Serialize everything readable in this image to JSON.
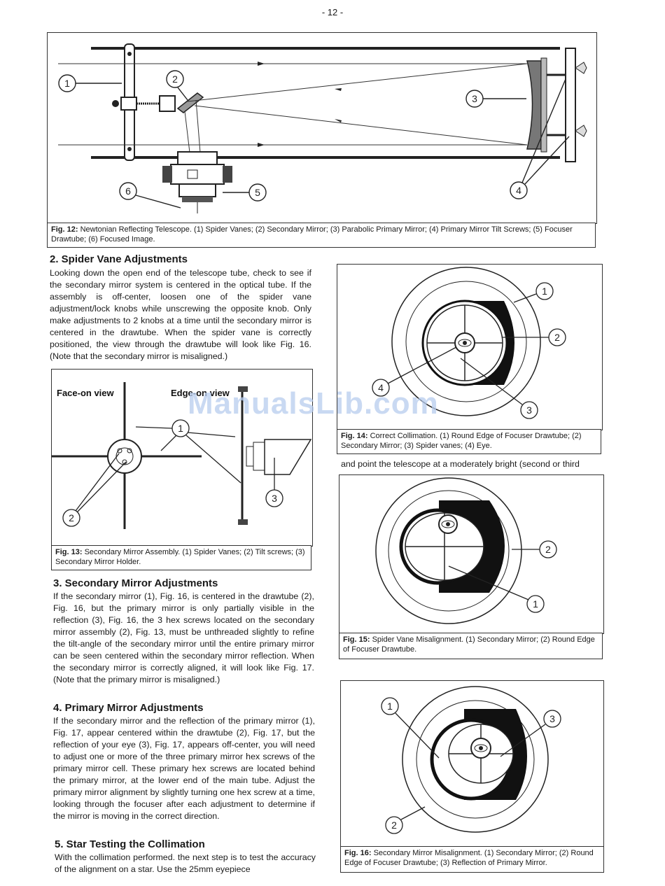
{
  "page_number": "- 12 -",
  "watermark": "ManualsLib.com",
  "fig12": {
    "callouts": [
      "1",
      "2",
      "3",
      "4",
      "5",
      "6"
    ],
    "caption_label": "Fig. 12:",
    "caption_text": "Newtonian Reflecting Telescope. (1) Spider Vanes; (2) Secondary Mirror; (3) Parabolic Primary Mirror; (4) Primary Mirror Tilt Screws; (5) Focuser Drawtube; (6) Focused Image."
  },
  "section2": {
    "heading": "2. Spider Vane Adjustments",
    "body": "Looking down the open end of the telescope tube, check to see if the secondary mirror system is centered in the optical tube. If the assembly is off-center, loosen one of the spider vane adjustment/lock knobs while unscrewing the opposite knob. Only make adjustments to 2 knobs at a time until the secondary mirror is centered in the drawtube. When the spider vane is correctly positioned, the view through the drawtube will look like Fig. 16. (Note that the secondary mirror is misaligned.)"
  },
  "fig13": {
    "face_on_label": "Face-on view",
    "edge_on_label": "Edge-on view",
    "callouts": [
      "1",
      "2",
      "3"
    ],
    "caption_label": "Fig. 13:",
    "caption_text": "Secondary Mirror Assembly. (1) Spider Vanes; (2) Tilt screws; (3) Secondary Mirror Holder."
  },
  "section3": {
    "heading": "3. Secondary Mirror Adjustments",
    "body": "If the secondary mirror (1), Fig. 16, is centered in the drawtube (2), Fig. 16, but the primary mirror is only partially visible in the reflection (3), Fig. 16, the 3 hex screws located on the secondary mirror assembly (2), Fig. 13, must be unthreaded slightly to refine the tilt-angle of the secondary mirror until the entire primary mirror can be seen centered within the secondary mirror reflection. When the secondary mirror is correctly aligned, it will look like Fig. 17. (Note that the primary mirror is misaligned.)"
  },
  "section4": {
    "heading": "4. Primary Mirror Adjustments",
    "body": "If the secondary mirror and the reflection of the primary mirror (1), Fig. 17, appear centered within the drawtube (2), Fig. 17, but the reflection of your eye (3), Fig. 17, appears off-center, you will need to adjust one or more of the three primary mirror hex screws of the primary mirror cell. These primary hex screws are located behind the primary mirror, at the lower end of the main tube. Adjust the primary mirror alignment by slightly turning one hex screw at a time, looking through the focuser after each adjustment to determine if the mirror is moving in the correct direction."
  },
  "section5": {
    "heading": "5. Star Testing the Collimation",
    "body": "With the collimation performed. the next step is to test the accuracy of the alignment on a star. Use the 25mm eyepiece"
  },
  "fig14": {
    "callouts": [
      "1",
      "2",
      "3",
      "4"
    ],
    "caption_label": "Fig. 14:",
    "caption_text": "Correct Collimation. (1) Round Edge of Focuser Drawtube; (2) Secondary Mirror; (3) Spider vanes; (4) Eye."
  },
  "right_text": "and point the telescope at a moderately bright (second or third",
  "fig15": {
    "callouts": [
      "1",
      "2"
    ],
    "caption_label": "Fig. 15:",
    "caption_text": "Spider Vane Misalignment. (1) Secondary Mirror; (2) Round Edge of Focuser Drawtube."
  },
  "fig16": {
    "callouts": [
      "1",
      "2",
      "3"
    ],
    "caption_label": "Fig. 16:",
    "caption_text": "Secondary Mirror Misalignment. (1) Secondary Mirror; (2) Round Edge of Focuser Drawtube; (3) Reflection of Primary Mirror."
  }
}
